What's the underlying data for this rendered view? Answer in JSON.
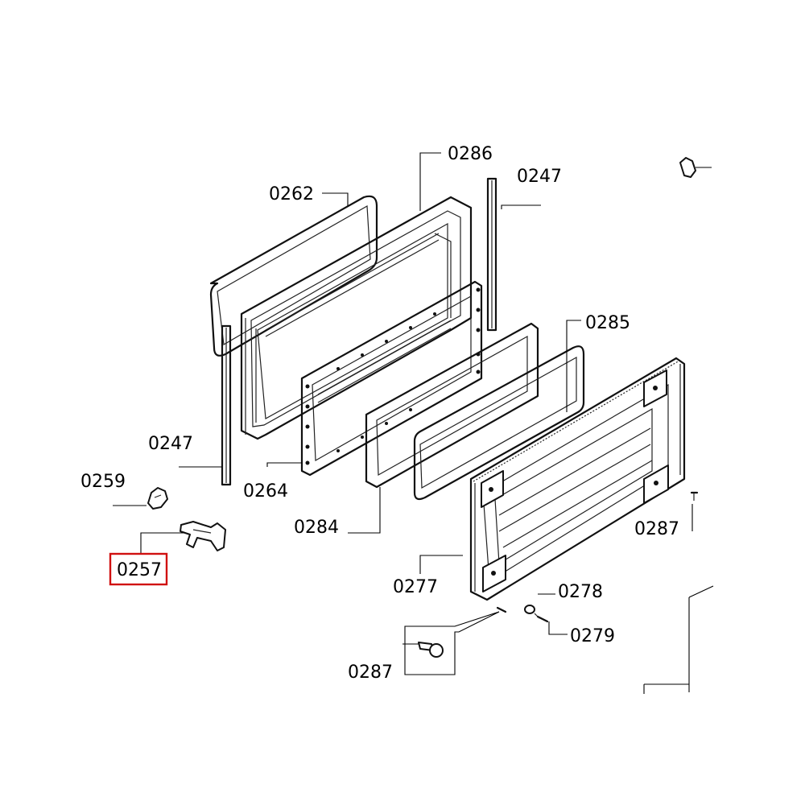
{
  "diagram": {
    "labels": {
      "p0286": "0286",
      "p0247_top": "0247",
      "p0262": "0262",
      "p0285": "0285",
      "p0247_left": "0247",
      "p0259": "0259",
      "p0264": "0264",
      "p0284": "0284",
      "p0287_right": "0287",
      "p0257": "0257",
      "p0277": "0277",
      "p0278": "0278",
      "p0279": "0279",
      "p0287_bottom": "0287"
    },
    "highlighted_part": "0257",
    "highlight_color": "#d01010"
  }
}
